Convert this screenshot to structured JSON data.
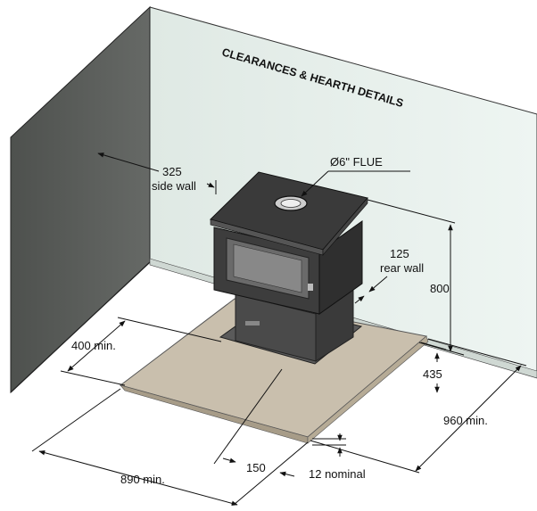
{
  "title": "CLEARANCES & HEARTH DETAILS",
  "flue_label": "Ø6\" FLUE",
  "dimensions": {
    "side_wall_value": "325",
    "side_wall_label": "side wall",
    "rear_wall_value": "125",
    "rear_wall_label": "rear wall",
    "height": "800",
    "left_depth": "400 min.",
    "front_gap": "435",
    "hearth_depth": "960 min.",
    "hearth_width": "890 min.",
    "front_offset": "150",
    "thickness": "12 nominal"
  },
  "colors": {
    "side_wall": "#5b5e5b",
    "rear_wall": "#e9f2ee",
    "hearth": "#c9bfad",
    "stove_dark": "#3a3a3a",
    "stove_mid": "#555555"
  }
}
